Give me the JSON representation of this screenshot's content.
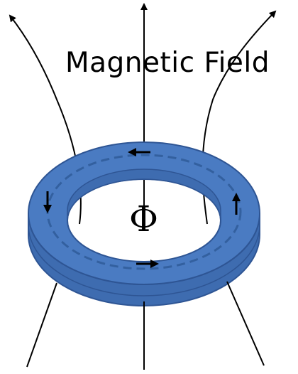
{
  "title": "Magnetic Field",
  "flux_symbol": "Φ",
  "colors": {
    "ring_fill": "#4A7BC2",
    "ring_side": "#3E6CB0",
    "ring_edge": "#2E5594",
    "ring_dash": "#33609F",
    "field_line": "#000000",
    "background": "#FFFFFF"
  },
  "icons": [
    "field-arrowhead",
    "current-arrow"
  ]
}
